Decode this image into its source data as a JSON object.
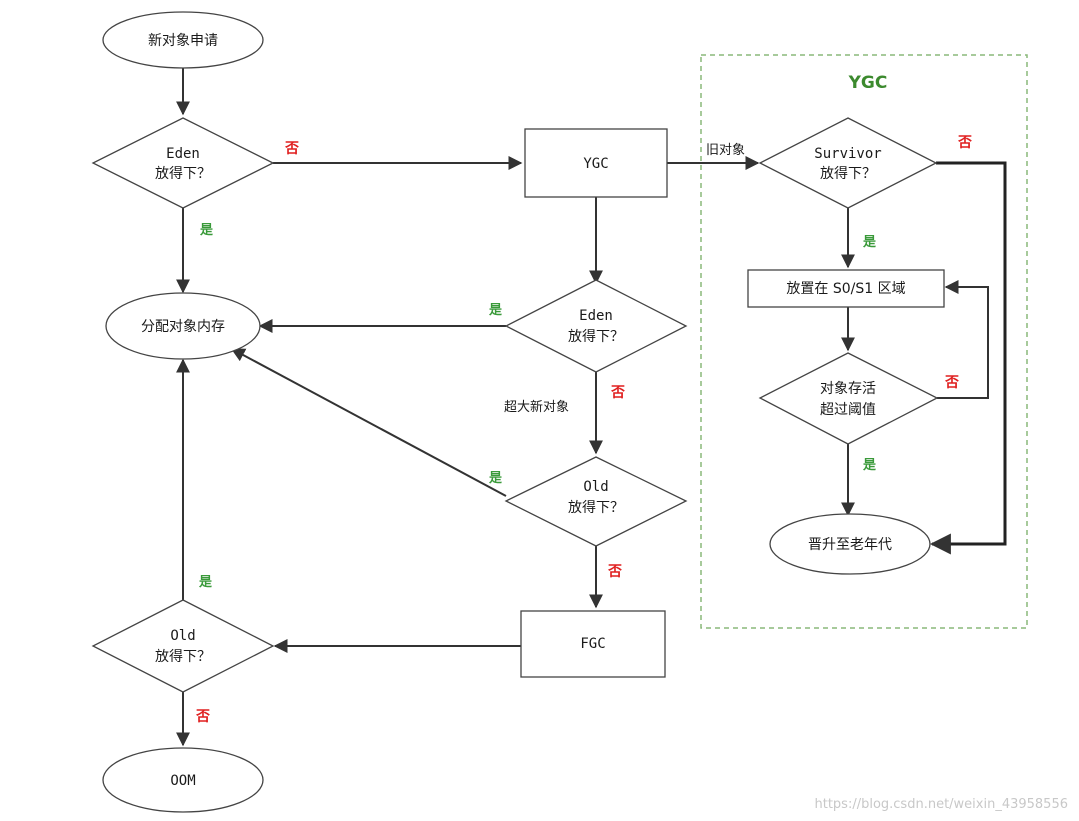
{
  "group": {
    "title": "YGC"
  },
  "nodes": {
    "new_request": "新对象申请",
    "eden_fit_1": [
      "Eden",
      "放得下？"
    ],
    "ygc": "YGC",
    "allocate": "分配对象内存",
    "eden_fit_2": [
      "Eden",
      "放得下？"
    ],
    "old_fit_1": [
      "Old",
      "放得下？"
    ],
    "fgc": "FGC",
    "old_fit_2": [
      "Old",
      "放得下？"
    ],
    "oom": "OOM",
    "survivor_fit": [
      "Survivor",
      "放得下？"
    ],
    "place_s0s1": "放置在 S0/S1 区域",
    "age_threshold": [
      "对象存活",
      "超过阈值"
    ],
    "promote_old": "晋升至老年代"
  },
  "edge_labels": {
    "yes": "是",
    "no": "否",
    "old_objects": "旧对象",
    "large_new_object": "超大新对象"
  },
  "watermark": "https://blog.csdn.net/weixin_43958556",
  "colors": {
    "yes": "#3a9a3a",
    "no": "#e02020",
    "group_border": "#8ab87a",
    "group_title": "#3c8a2e"
  }
}
